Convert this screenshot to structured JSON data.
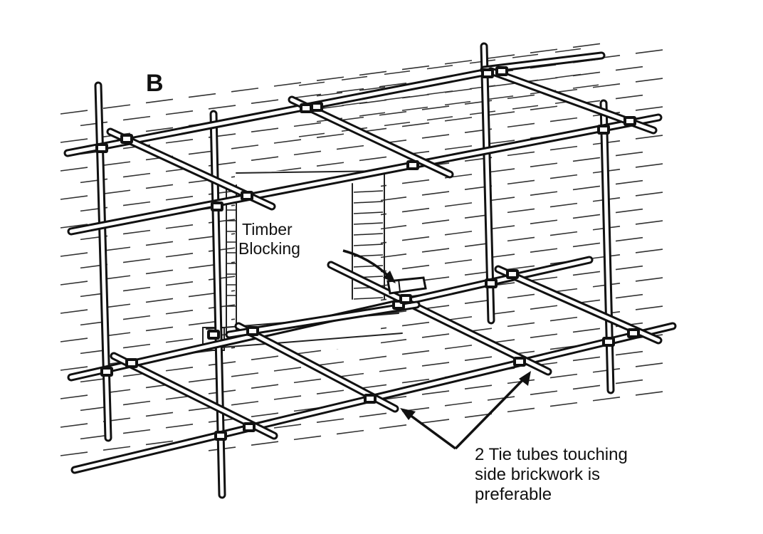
{
  "panel_letter": "B",
  "labels": {
    "timber_blocking_line1": "Timber",
    "timber_blocking_line2": "Blocking",
    "tie_note_line1": "2 Tie tubes touching",
    "tie_note_line2": "side brickwork is",
    "tie_note_line3": "preferable"
  },
  "colors": {
    "ink": "#111111",
    "paper": "#ffffff"
  }
}
